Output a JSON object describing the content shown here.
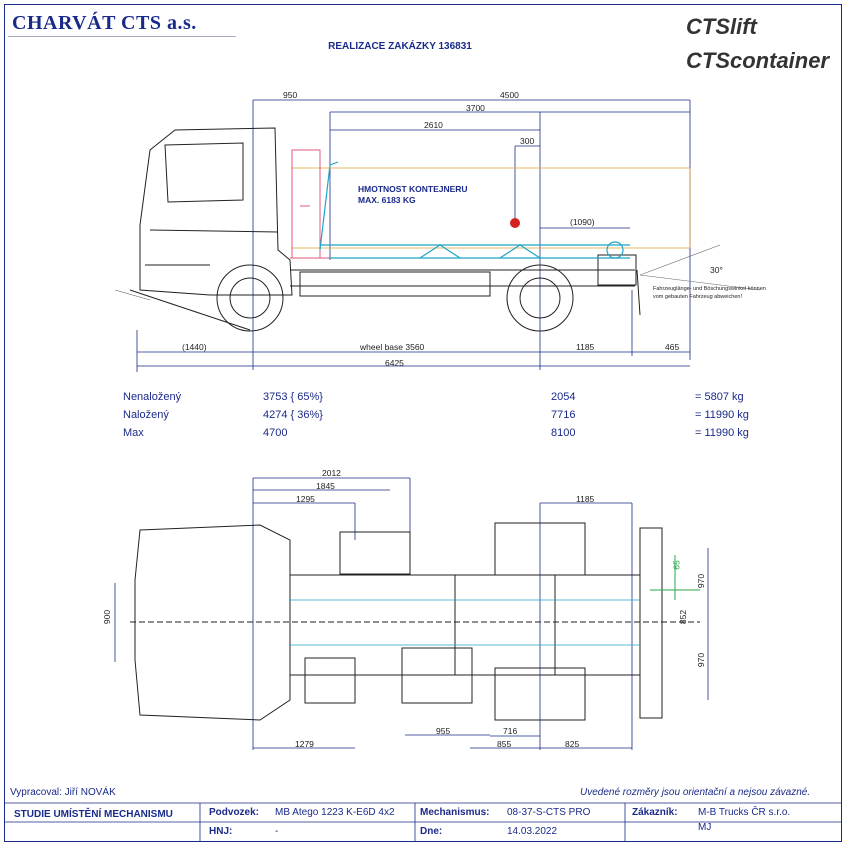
{
  "company": "CHARVÁT CTS a.s.",
  "title": "REALIZACE ZAKÁZKY 136831",
  "logos": {
    "lift": "CTSlift",
    "container": "CTScontainer"
  },
  "side_view": {
    "container_weight_label": "HMOTNOST KONTEJNERU",
    "container_weight_value": "MAX. 6183 KG",
    "note_line1": "Fahrzeuglänge- und Böschungswinkel können",
    "note_line2": "vom gebauten Fahrzeug abweichen!",
    "dims": {
      "d950": "950",
      "d4500": "4500",
      "d3700": "3700",
      "d2610": "2610",
      "d300": "300",
      "d1090": "(1090)",
      "d30deg": "30°",
      "d1440": "(1440)",
      "wheelbase": "wheel base 3560",
      "d1185": "1185",
      "d465": "465",
      "d6425": "6425"
    }
  },
  "loads": {
    "rows": [
      {
        "label": "Nenaložený",
        "front": "3753 { 65%}",
        "rear": "2054",
        "total": "= 5807 kg"
      },
      {
        "label": "Naložený",
        "front": "4274 { 36%}",
        "rear": "7716",
        "total": "= 11990 kg"
      },
      {
        "label": "Max",
        "front": "4700",
        "rear": "8100",
        "total": "= 11990 kg"
      }
    ]
  },
  "top_view": {
    "dims": {
      "d2012": "2012",
      "d1845": "1845",
      "d1295": "1295",
      "d1185": "1185",
      "d900": "900",
      "d852": "852",
      "d970a": "970",
      "d970b": "970",
      "d65": "65",
      "d1279": "1279",
      "d955": "955",
      "d716": "716",
      "d855": "855",
      "d825": "825"
    }
  },
  "footer": {
    "drawn_by": "Vypracoval: Jiří NOVÁK",
    "disclaimer": "Uvedené rozměry jsou orientační a nejsou závazné.",
    "study": "STUDIE UMÍSTĚNÍ MECHANISMU",
    "chassis_label": "Podvozek:",
    "chassis_value": "MB Atego 1223 K-E6D 4x2",
    "hnj_label": "HNJ:",
    "hnj_value": "-",
    "mech_label": "Mechanismus:",
    "mech_value": "08-37-S-CTS PRO",
    "date_label": "Dne:",
    "date_value": "14.03.2022",
    "customer_label": "Zákazník:",
    "customer_value": "M-B Trucks ČR s.r.o.",
    "customer_value2": "MJ"
  }
}
